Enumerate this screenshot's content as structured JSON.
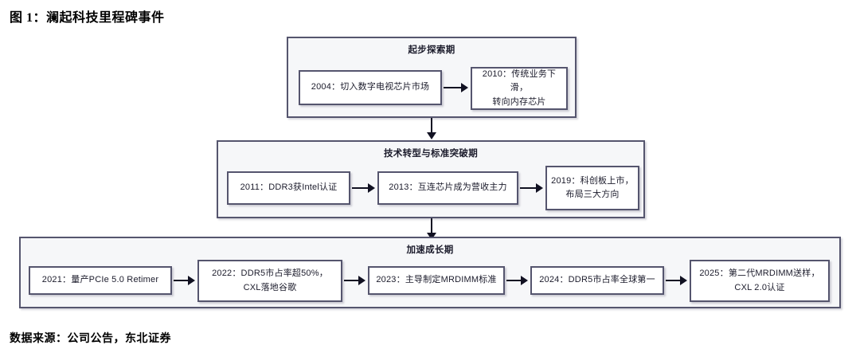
{
  "figure": {
    "caption": "图 1：澜起科技里程碑事件",
    "source": "数据来源：公司公告，东北证券"
  },
  "diagram": {
    "type": "timeline-flowchart",
    "phases": [
      {
        "id": "phase-exploration",
        "title": "起步探索期",
        "nodes": [
          {
            "id": "node-2004",
            "year": "2004",
            "label": "2004：切入数字电视芯片市场"
          },
          {
            "id": "node-2010",
            "year": "2010",
            "label": "2010：传统业务下滑，\n转向内存芯片"
          }
        ]
      },
      {
        "id": "phase-transformation",
        "title": "技术转型与标准突破期",
        "nodes": [
          {
            "id": "node-2011",
            "year": "2011",
            "label": "2011：DDR3获Intel认证"
          },
          {
            "id": "node-2013",
            "year": "2013",
            "label": "2013：互连芯片成为营收主力"
          },
          {
            "id": "node-2019",
            "year": "2019",
            "label": "2019：科创板上市，\n布局三大方向"
          }
        ]
      },
      {
        "id": "phase-acceleration",
        "title": "加速成长期",
        "nodes": [
          {
            "id": "node-2021",
            "year": "2021",
            "label": "2021：量产PCIe 5.0 Retimer"
          },
          {
            "id": "node-2022",
            "year": "2022",
            "label": "2022：DDR5市占率超50%，\nCXL落地谷歌"
          },
          {
            "id": "node-2023",
            "year": "2023",
            "label": "2023：主导制定MRDIMM标准"
          },
          {
            "id": "node-2024",
            "year": "2024",
            "label": "2024：DDR5市占率全球第一"
          },
          {
            "id": "node-2025",
            "year": "2025",
            "label": "2025：第二代MRDIMM送样，\nCXL 2.0认证"
          }
        ]
      }
    ],
    "colors": {
      "phase_border": "#55556e",
      "phase_fill": "#f6f7f9",
      "node_border": "#55556e",
      "node_fill": "#ffffff",
      "arrow": "#111122",
      "text": "#1b1b2b"
    }
  }
}
